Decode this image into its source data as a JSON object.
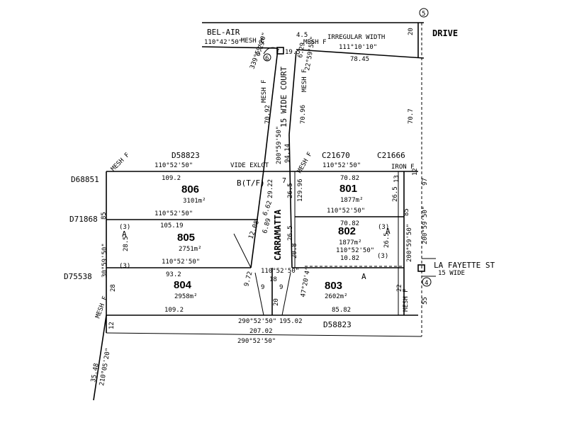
{
  "labels": {
    "bel_air": "BEL-AIR",
    "bel_air_bearing": "110°42'50\"",
    "drive": "DRIVE",
    "irregular_width": "IRREGULAR WIDTH",
    "top_bearing": "111°10'10\"",
    "top_dist": "78.45",
    "dist_4_5": "4.5",
    "dist_20_top": "20",
    "dist_70_7": "70.7",
    "circle_5": "5",
    "circle_6": "6",
    "circle_4": "4",
    "mesh_f": "MESH F",
    "iron_f": "IRON F",
    "court_name": "15 WIDE COURT",
    "carramatta": "CARRAMATTA",
    "court_bearing": "200°59'50\"",
    "court_left_dist": "70.92",
    "court_right_dist": "70.96",
    "court_top_dist": "19.5",
    "chord_a": "6.29",
    "chord_b": "339°59'20\"",
    "chord_c": "6.29",
    "chord_d": "22°59'50\"",
    "d58823_top": "D58823",
    "c21670": "C21670",
    "c21666": "C21666",
    "bearing_110_52_50": "110°52'50\"",
    "vide_exlgt": "VIDE EXLGT",
    "dist_109_2_top": "109.2",
    "dist_70_82_top": "70.82",
    "bearing_94_14": "94.14",
    "dist_7": "7",
    "dist_129_96": "129.96",
    "dist_29_22": "29.22",
    "dist_26_5_a": "26.5",
    "dist_26_5_b": "26.5",
    "dist_26_5_c": "26.5",
    "dist_26_5_d": "26.5",
    "dist_85_left": "85",
    "dist_85_right": "85",
    "bt_f": "B(T/F)",
    "d68851": "D68851",
    "d71868": "D71868",
    "d75538": "D75538",
    "lot_806": "806",
    "area_806": "3101m²",
    "lot_801": "801",
    "area_801": "1877m²",
    "lot_805": "805",
    "area_805": "2751m²",
    "lot_802": "802",
    "area_802": "1877m²",
    "lot_804": "804",
    "area_804": "2958m²",
    "lot_803": "803",
    "area_803": "2602m²",
    "dist_105_19": "105.19",
    "dist_70_82_mid": "70.82",
    "dist_10_82": "10.82",
    "dist_93_2": "93.2",
    "dist_18": "18",
    "dist_9_a": "9",
    "dist_9_b": "9",
    "dist_20_mid": "20",
    "dist_6_62": "6.62",
    "dist_12_08": "12.08",
    "dist_13_a": "(3)",
    "dist_13_b": "(3)",
    "dist_13_c": "(3)",
    "dist_13_d": "(3)",
    "dist_28_5": "28.5",
    "dist_28": "28",
    "dist_22": "22",
    "dist_13_num": "13",
    "marker_a_left": "A",
    "marker_a_right": "A",
    "marker_a_dash": "A",
    "bearing_30_59_50": "30°59'50\"",
    "bearing_200_59_50_r": "200°59'50\"",
    "bearing_200_59_50_far": "200°59'50\"",
    "bearing_290_bottom1": "290°52'50\"",
    "bearing_290_bottom2": "290°52'50\"",
    "dist_109_2_bottom": "109.2",
    "dist_85_82": "85.82",
    "dist_195_02": "195.02",
    "dist_207_02": "207.02",
    "d58823_bottom": "D58823",
    "dist_12_left": "12",
    "dist_12_right": "12",
    "dist_97": "97",
    "dist_55": "55",
    "la_fayette": "LA FAYETTE ST",
    "la_fayette_width": "15 WIDE",
    "diag_bearing": "210°05'20\"",
    "diag_dist": "35.48",
    "dist_9_72": "9.72",
    "dist_6_89": "6.89",
    "dist_20_8": "20.8",
    "dist_47": "47°20'4\""
  }
}
